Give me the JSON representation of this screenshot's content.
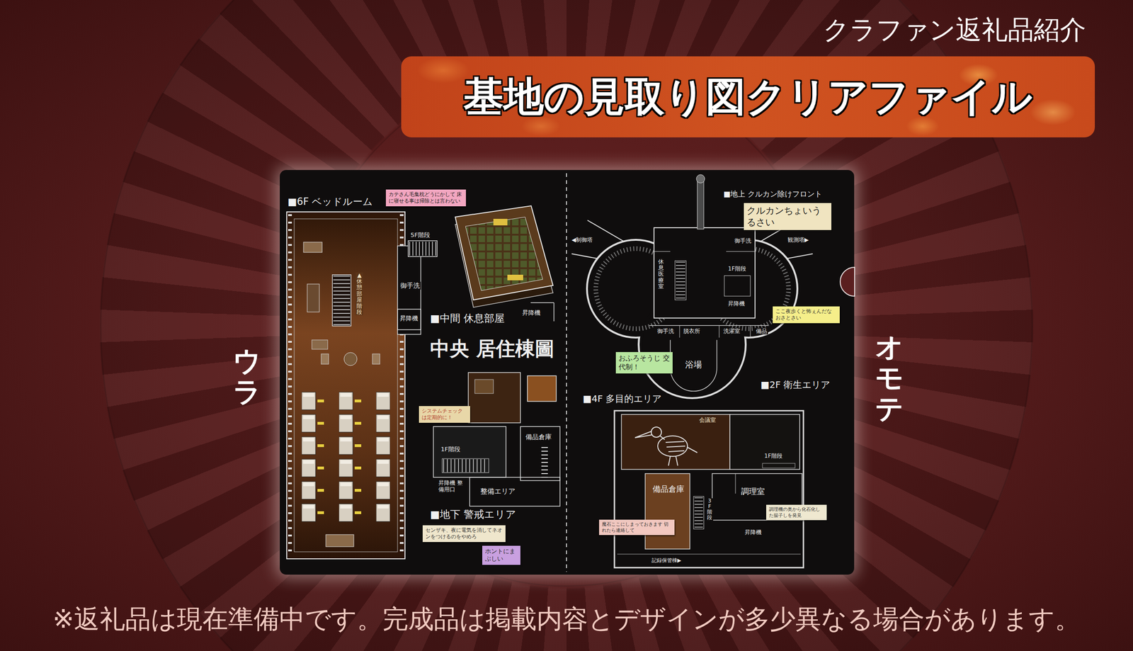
{
  "diagram": {
    "title": "基地の見取り図クリアファイル",
    "caption": "※返礼品は現在準備中です。完成品は掲載内容とデザインが多少異なる場合があります。",
    "nodes": [
      {
        "text": [
          "カテさん毛集枕どうにかして 床に寝せる事は掃除とは言わない"
        ]
      },
      {
        "text": [
          "システムチェックは定期的に！"
        ]
      },
      {
        "text": [
          "センザキ、夜に電気を消してネオンをつけるのをやめろ"
        ]
      },
      {
        "text": [
          "ホントにまぶしい"
        ]
      },
      {
        "text": [
          "クルカンちょいうるさい"
        ]
      },
      {
        "text": [
          "ここ夜歩くと怖ぇんだな おさとさい"
        ]
      },
      {
        "text": [
          "おふろそうじ 交代制！"
        ]
      },
      {
        "text": [
          "調理機の奥から化石化した揚子しを発見"
        ]
      },
      {
        "text": [
          "魔石ここにしまっておきます 切れたら連絡して"
        ]
      }
    ],
    "labels": [
      "クラファン返礼品紹介",
      "ウラ",
      "オモテ",
      "■6F ベッドルーム",
      "5F階段",
      "御手洗",
      "昇降機",
      "▲休憩部屋階段",
      "昇降機",
      "■中間 休息部屋",
      "中央 居住棟圖",
      "1F階段",
      "備品倉庫",
      "昇降機 整備用口",
      "整備エリア",
      "■地下 警戒エリア",
      "■地上 クルカン除けフロント",
      "◀制御塔",
      "観測塔▶",
      "御手洗",
      "休息医療室",
      "1F階段",
      "昇降機",
      "御手洗",
      "脱衣所",
      "洗濯室",
      "備品",
      "浴場",
      "■2F 衛生エリア",
      "■4F 多目的エリア",
      "会議室",
      "1F階段",
      "備品倉庫",
      "調理室",
      "3F階段",
      "昇降機",
      "記録保管棟▶"
    ]
  }
}
